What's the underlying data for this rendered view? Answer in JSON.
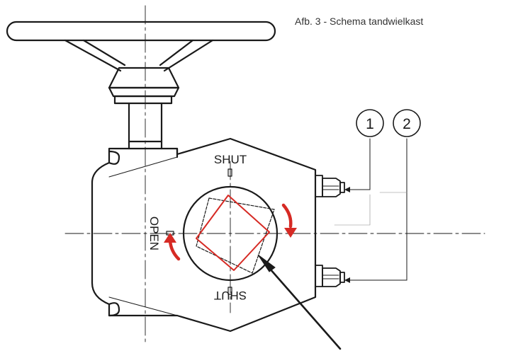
{
  "figure": {
    "caption": "Afb. 3 - Schema tandwielkast"
  },
  "labels": {
    "shut_top": "SHUT",
    "shut_bottom": "SHUT",
    "open": "OPEN"
  },
  "callouts": [
    {
      "number": "1"
    },
    {
      "number": "2"
    }
  ],
  "colors": {
    "line": "#1a1a1a",
    "arrow": "#d62a24",
    "indicator": "#d62a24"
  }
}
